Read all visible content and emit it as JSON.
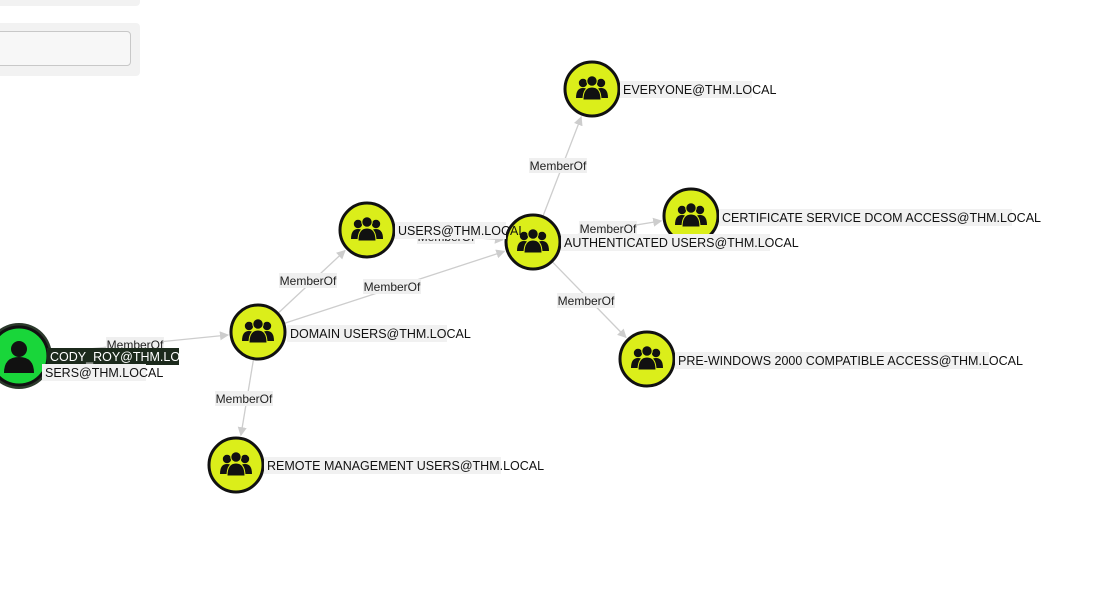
{
  "search": {
    "value": "",
    "placeholder": ""
  },
  "graph": {
    "colors": {
      "group_fill": "#dbee1a",
      "user_fill": "#19d63a",
      "node_stroke": "#111111",
      "selected_ring": "#2c3a2c",
      "edge": "#cdcdcd"
    },
    "nodes": [
      {
        "id": "cody",
        "label": "CODY_ROY@THM.LOCAL",
        "type": "user",
        "icon": "user-icon",
        "selected": true
      },
      {
        "id": "users_partial",
        "label": "SERS@THM.LOCAL",
        "type": "label-only"
      },
      {
        "id": "domain_users",
        "label": "DOMAIN USERS@THM.LOCAL",
        "type": "group",
        "icon": "group-icon"
      },
      {
        "id": "users",
        "label": "USERS@THM.LOCAL",
        "type": "group",
        "icon": "group-icon"
      },
      {
        "id": "auth_users",
        "label": "AUTHENTICATED USERS@THM.LOCAL",
        "type": "group",
        "icon": "group-icon"
      },
      {
        "id": "everyone",
        "label": "EVERYONE@THM.LOCAL",
        "type": "group",
        "icon": "group-icon"
      },
      {
        "id": "cert_dcom",
        "label": "CERTIFICATE SERVICE DCOM ACCESS@THM.LOCAL",
        "type": "group",
        "icon": "group-icon"
      },
      {
        "id": "pre_win2000",
        "label": "PRE-WINDOWS 2000 COMPATIBLE ACCESS@THM.LOCAL",
        "type": "group",
        "icon": "group-icon"
      },
      {
        "id": "remote_mgmt",
        "label": "REMOTE MANAGEMENT USERS@THM.LOCAL",
        "type": "group",
        "icon": "group-icon"
      }
    ],
    "edges": [
      {
        "from": "cody",
        "to": "domain_users",
        "label": "MemberOf"
      },
      {
        "from": "domain_users",
        "to": "users",
        "label": "MemberOf"
      },
      {
        "from": "domain_users",
        "to": "auth_users",
        "label": "MemberOf"
      },
      {
        "from": "domain_users",
        "to": "remote_mgmt",
        "label": "MemberOf"
      },
      {
        "from": "users",
        "to": "auth_users",
        "label": "MemberOf"
      },
      {
        "from": "auth_users",
        "to": "everyone",
        "label": "MemberOf"
      },
      {
        "from": "auth_users",
        "to": "cert_dcom",
        "label": "MemberOf"
      },
      {
        "from": "auth_users",
        "to": "pre_win2000",
        "label": "MemberOf"
      }
    ]
  }
}
